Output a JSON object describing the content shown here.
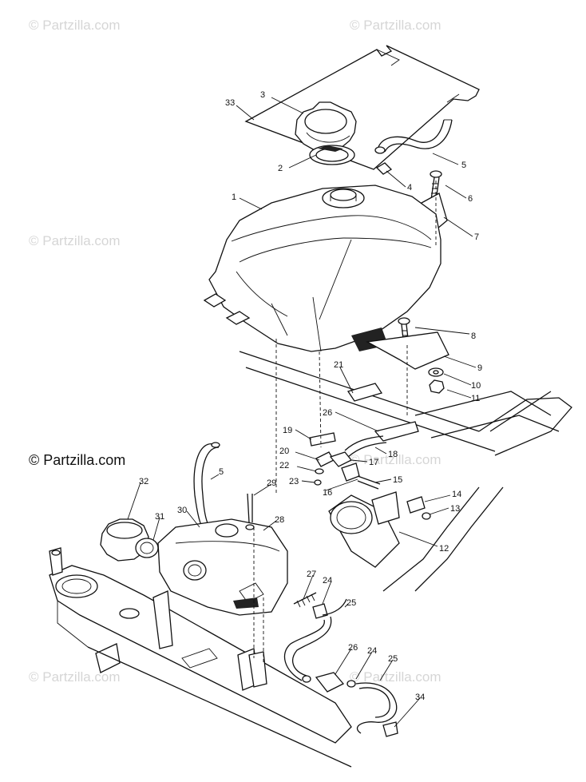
{
  "watermarks": {
    "text": "© Partzilla.com",
    "main_text": "© Partzilla.com"
  },
  "callouts": [
    "1",
    "2",
    "3",
    "4",
    "5",
    "6",
    "7",
    "8",
    "9",
    "10",
    "11",
    "12",
    "13",
    "14",
    "15",
    "16",
    "17",
    "18",
    "19",
    "20",
    "21",
    "22",
    "23",
    "24",
    "25",
    "26",
    "27",
    "28",
    "29",
    "30",
    "31",
    "32",
    "33",
    "34",
    "5",
    "24",
    "25",
    "26"
  ],
  "colors": {
    "line": "#111111",
    "watermark": "#d6d6d6",
    "background": "#ffffff"
  }
}
